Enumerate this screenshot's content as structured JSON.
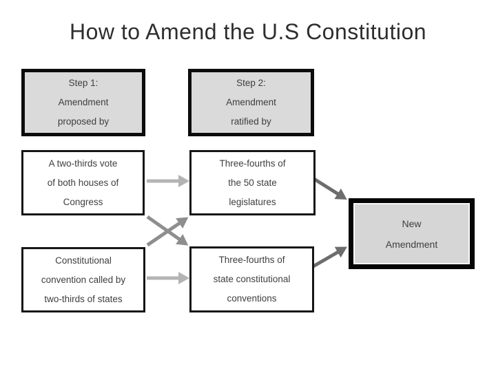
{
  "title": "How to Amend the U.S Constitution",
  "colors": {
    "page_bg": "#ffffff",
    "title_color": "#2e2e2e",
    "text_color": "#3e3e3e",
    "header_box_fill": "#dadada",
    "header_box_border": "#0c0c0c",
    "plain_box_fill": "#ffffff",
    "plain_box_border": "#161616",
    "result_box_fill": "#d6d6d6",
    "result_box_border": "#060606",
    "result_box_inner_line": "#fafafa",
    "arrow_light": "#b4b4b4",
    "arrow_medium": "#8e8e8e",
    "arrow_dark": "#6d6d6d"
  },
  "boxes": {
    "step1": {
      "text": "Step 1:\nAmendment\nproposed by"
    },
    "step2": {
      "text": "Step 2:\nAmendment\nratified by"
    },
    "congress": {
      "text": "A two-thirds vote\nof both houses of\nCongress"
    },
    "legislatures": {
      "text": "Three-fourths of\nthe 50 state\nlegislatures"
    },
    "convention": {
      "text": "Constitutional\nconvention called by\ntwo-thirds of states"
    },
    "conventions": {
      "text": "Three-fourths of\nstate constitutional\nconventions"
    },
    "new_amendment": {
      "text": "New\nAmendment"
    }
  },
  "flow": {
    "edges": [
      {
        "from": "congress",
        "to": "legislatures"
      },
      {
        "from": "congress",
        "to": "conventions"
      },
      {
        "from": "convention",
        "to": "legislatures"
      },
      {
        "from": "convention",
        "to": "conventions"
      },
      {
        "from": "legislatures",
        "to": "new_amendment"
      },
      {
        "from": "conventions",
        "to": "new_amendment"
      }
    ]
  }
}
